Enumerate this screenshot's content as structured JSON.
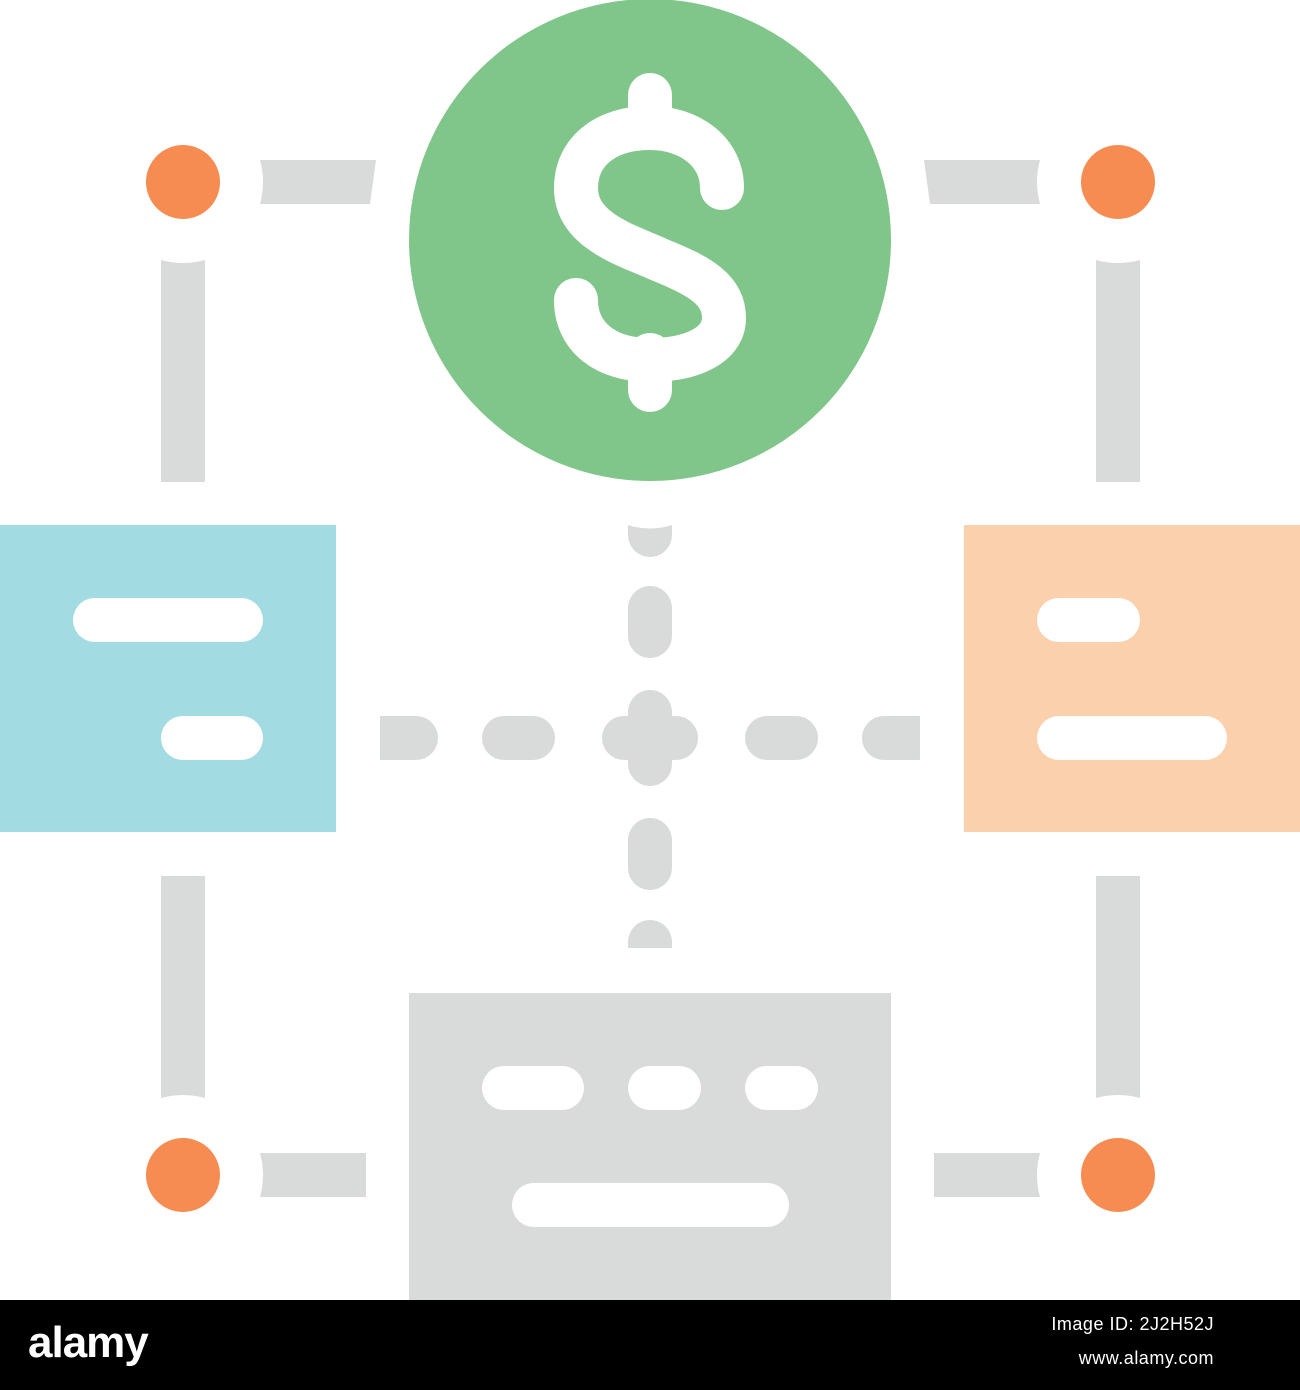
{
  "colors": {
    "background": "#ffffff",
    "connector": "#d9dbda",
    "node_dot": "#f68c51",
    "money_circle": "#80c68b",
    "left_card": "#a3dbe3",
    "right_card": "#fbd0ad",
    "bottom_card": "#d9dbda",
    "card_lines": "#ffffff",
    "footer": "#000000"
  },
  "icons": {
    "center": "dollar-sign-icon",
    "hub": "plus-icon"
  },
  "footer": {
    "brand": "alamy",
    "image_id": "Image ID: 2J2H52J",
    "url": "www.alamy.com"
  }
}
